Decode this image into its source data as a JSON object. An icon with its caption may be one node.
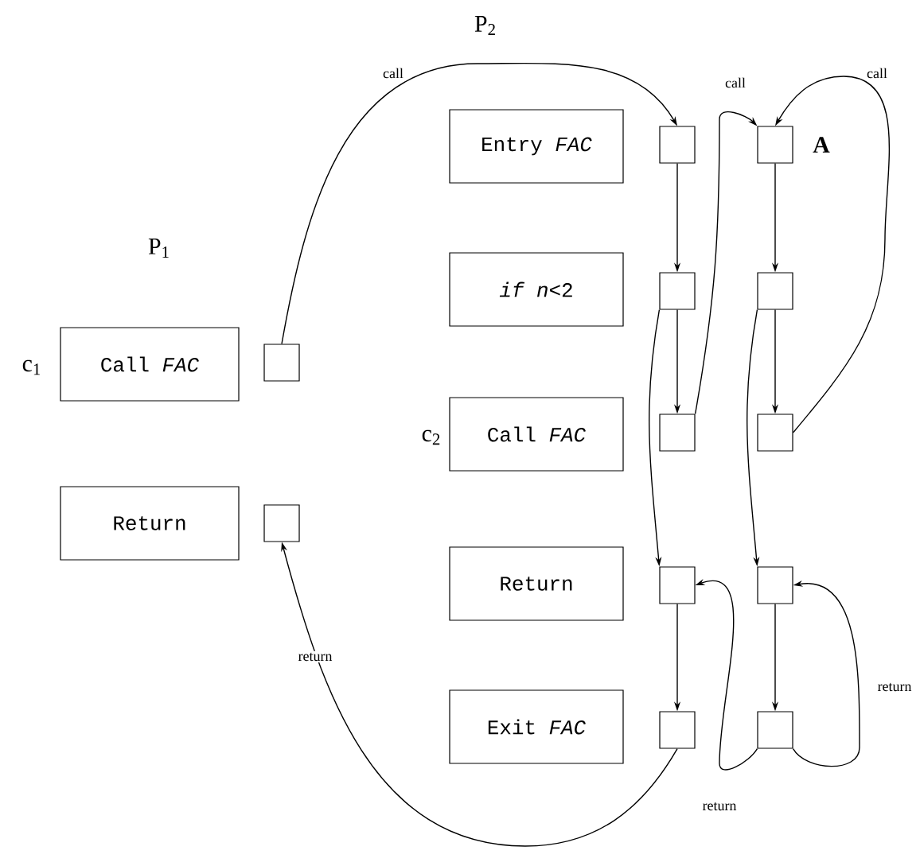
{
  "diagram": {
    "nodes": [
      {
        "text": [
          "Call *FAC*"
        ],
        "beside": [
          "c$_{1}$"
        ]
      },
      {
        "text": [
          "Return"
        ]
      },
      {
        "text": [],
        "shape": "box"
      },
      {
        "text": [],
        "shape": "box"
      },
      {
        "text": [
          "Entry *FAC*"
        ]
      },
      {
        "text": [
          "*if n*<2"
        ]
      },
      {
        "text": [
          "Call *FAC*"
        ],
        "beside": [
          "c$_{2}$"
        ]
      },
      {
        "text": [
          "Return"
        ]
      },
      {
        "text": [
          "Exit *FAC*"
        ]
      },
      {
        "text": [],
        "shape": "box"
      },
      {
        "text": [],
        "shape": "box"
      },
      {
        "text": [],
        "shape": "box"
      },
      {
        "text": [],
        "shape": "box"
      },
      {
        "text": [],
        "shape": "box"
      },
      {
        "text": [],
        "shape": "box",
        "beside": [
          "A"
        ]
      },
      {
        "text": [],
        "shape": "box"
      },
      {
        "text": [],
        "shape": "box"
      },
      {
        "text": [],
        "shape": "box"
      },
      {
        "text": [],
        "shape": "box"
      }
    ],
    "edges": [
      {
        "from": 2,
        "to": 9,
        "arrow": "to",
        "label": "call"
      },
      {
        "from": 9,
        "to": 10,
        "arrow": "to"
      },
      {
        "from": 10,
        "to": 11,
        "arrow": "to"
      },
      {
        "from": 10,
        "to": 12,
        "arrow": "to"
      },
      {
        "from": 12,
        "to": 13,
        "arrow": "to"
      },
      {
        "from": 11,
        "to": 14,
        "arrow": "to",
        "label": "call"
      },
      {
        "from": 16,
        "to": 14,
        "arrow": "to",
        "label": "call"
      },
      {
        "from": 14,
        "to": 15,
        "arrow": "to"
      },
      {
        "from": 15,
        "to": 16,
        "arrow": "to"
      },
      {
        "from": 15,
        "to": 17,
        "arrow": "to"
      },
      {
        "from": 17,
        "to": 18,
        "arrow": "to"
      },
      {
        "from": 13,
        "to": 3,
        "arrow": "to",
        "label": "return"
      },
      {
        "from": 18,
        "to": 12,
        "arrow": "to",
        "label": "return"
      },
      {
        "from": 18,
        "to": 17,
        "arrow": "to",
        "label": "return"
      }
    ],
    "labels": [
      "P$_{2}$",
      "P$_{1}$"
    ]
  }
}
